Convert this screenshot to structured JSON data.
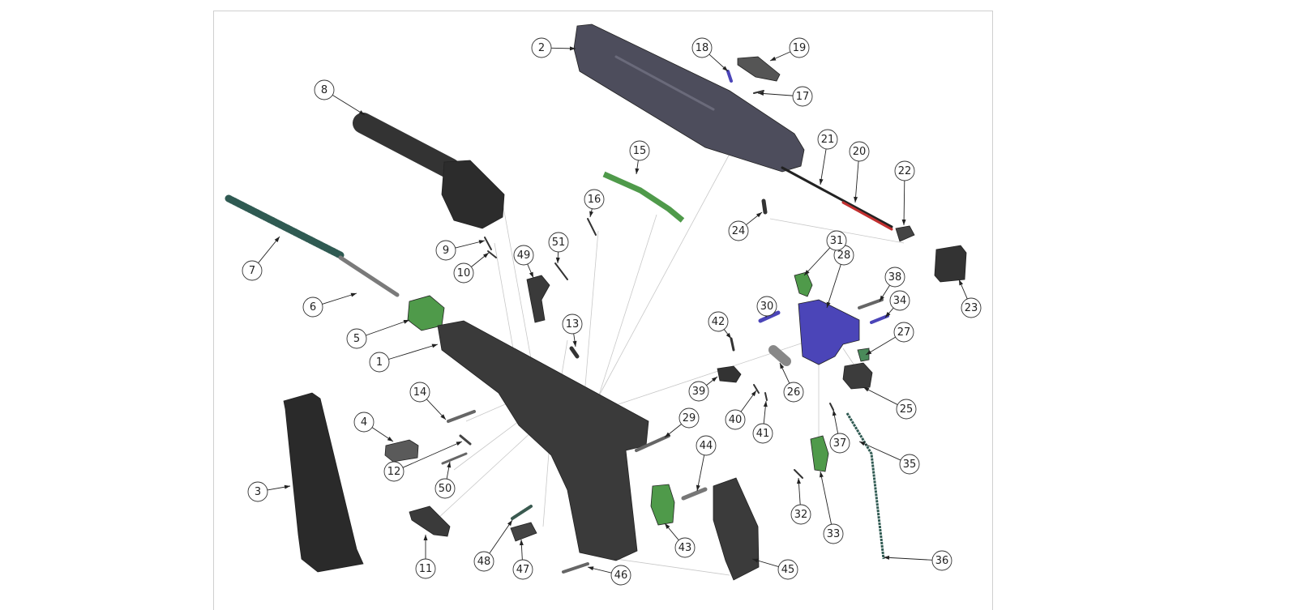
{
  "diagram": {
    "type": "exploded-parts-view",
    "callouts": [
      "1",
      "2",
      "3",
      "4",
      "5",
      "6",
      "7",
      "8",
      "9",
      "10",
      "11",
      "12",
      "13",
      "14",
      "15",
      "16",
      "17",
      "18",
      "19",
      "20",
      "21",
      "22",
      "23",
      "24",
      "25",
      "26",
      "27",
      "28",
      "29",
      "30",
      "31",
      "32",
      "33",
      "34",
      "35",
      "36",
      "37",
      "38",
      "39",
      "40",
      "41",
      "42",
      "43",
      "44",
      "45",
      "46",
      "47",
      "48",
      "49",
      "50",
      "51"
    ],
    "colors": {
      "dark_part": "#3a3a40",
      "slide": "#4d4d5c",
      "green_part": "#4f9a4a",
      "blue_part": "#4b45b8",
      "red_rod": "#c23030",
      "spring": "#2f5a52",
      "construction_line": "#c8c8c8"
    }
  }
}
